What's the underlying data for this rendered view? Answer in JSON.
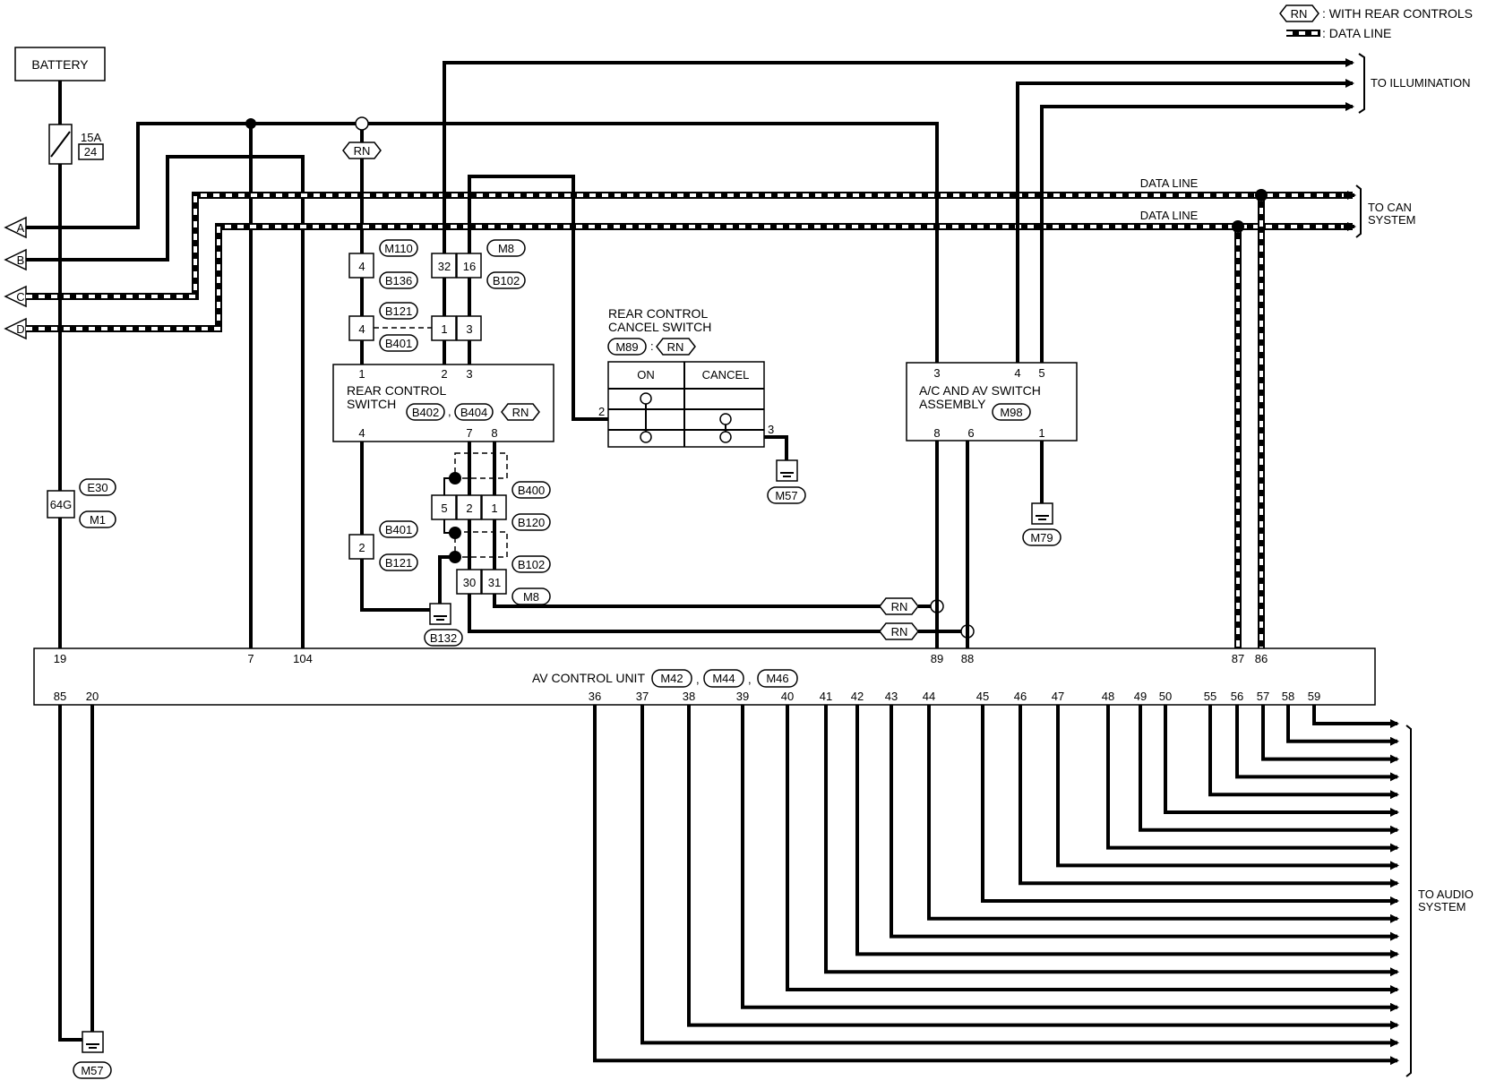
{
  "legend": {
    "rn_tag": "RN",
    "rn_text": ": WITH REAR CONTROLS",
    "dataline_text": ": DATA LINE"
  },
  "battery": "BATTERY",
  "fuse": {
    "rating": "15A",
    "number": "24"
  },
  "connectors_left": [
    "A",
    "B",
    "C",
    "D"
  ],
  "rn": "RN",
  "to_illumination": "TO ILLUMINATION",
  "to_can": [
    "TO CAN",
    "SYSTEM"
  ],
  "to_audio": [
    "TO AUDIO",
    "SYSTEM"
  ],
  "data_line": "DATA LINE",
  "rear_control_switch": {
    "title": [
      "REAR CONTROL",
      "SWITCH"
    ],
    "conn1": "B402",
    "conn2": "B404",
    "pins_top": [
      "1",
      "2",
      "3"
    ],
    "pins_bottom": [
      "4",
      "7",
      "8"
    ]
  },
  "cancel_switch": {
    "title": [
      "REAR CONTROL",
      "CANCEL SWITCH"
    ],
    "conn": "M89",
    "on": "ON",
    "cancel": "CANCEL",
    "pin_left": "2",
    "pin_right": "3"
  },
  "ac_av": {
    "title": [
      "A/C AND AV SWITCH",
      "ASSEMBLY"
    ],
    "conn": "M98",
    "pins_top": [
      "3",
      "4",
      "5"
    ],
    "pins_bottom": [
      "8",
      "6",
      "1"
    ]
  },
  "av_unit": {
    "title": "AV CONTROL UNIT",
    "conns": [
      "M42",
      "M44",
      "M46"
    ],
    "sep": ",",
    "top_pins": [
      "19",
      "7",
      "104",
      "89",
      "88",
      "87",
      "86"
    ],
    "bottom_pins": [
      "85",
      "20",
      "36",
      "37",
      "38",
      "39",
      "40",
      "41",
      "42",
      "43",
      "44",
      "45",
      "46",
      "47",
      "48",
      "49",
      "50",
      "55",
      "56",
      "57",
      "58",
      "59"
    ]
  },
  "connectors": {
    "m110": "M110",
    "b136": "B136",
    "b121a": "B121",
    "b401a": "B401",
    "m8a": "M8",
    "b102a": "B102",
    "b400": "B400",
    "b120": "B120",
    "b401b": "B401",
    "b121b": "B121",
    "b102b": "B102",
    "m8b": "M8",
    "e30": "E30",
    "m1": "M1"
  },
  "cells": {
    "c4a": "4",
    "c4b": "4",
    "c32": "32",
    "c16": "16",
    "c1": "1",
    "c3": "3",
    "c5": "5",
    "c2a": "2",
    "c1b": "1",
    "c2b": "2",
    "c30": "30",
    "c31": "31",
    "c64g": "64G"
  },
  "grounds": {
    "b132": "B132",
    "m57a": "M57",
    "m79": "M79",
    "m57b": "M57"
  }
}
